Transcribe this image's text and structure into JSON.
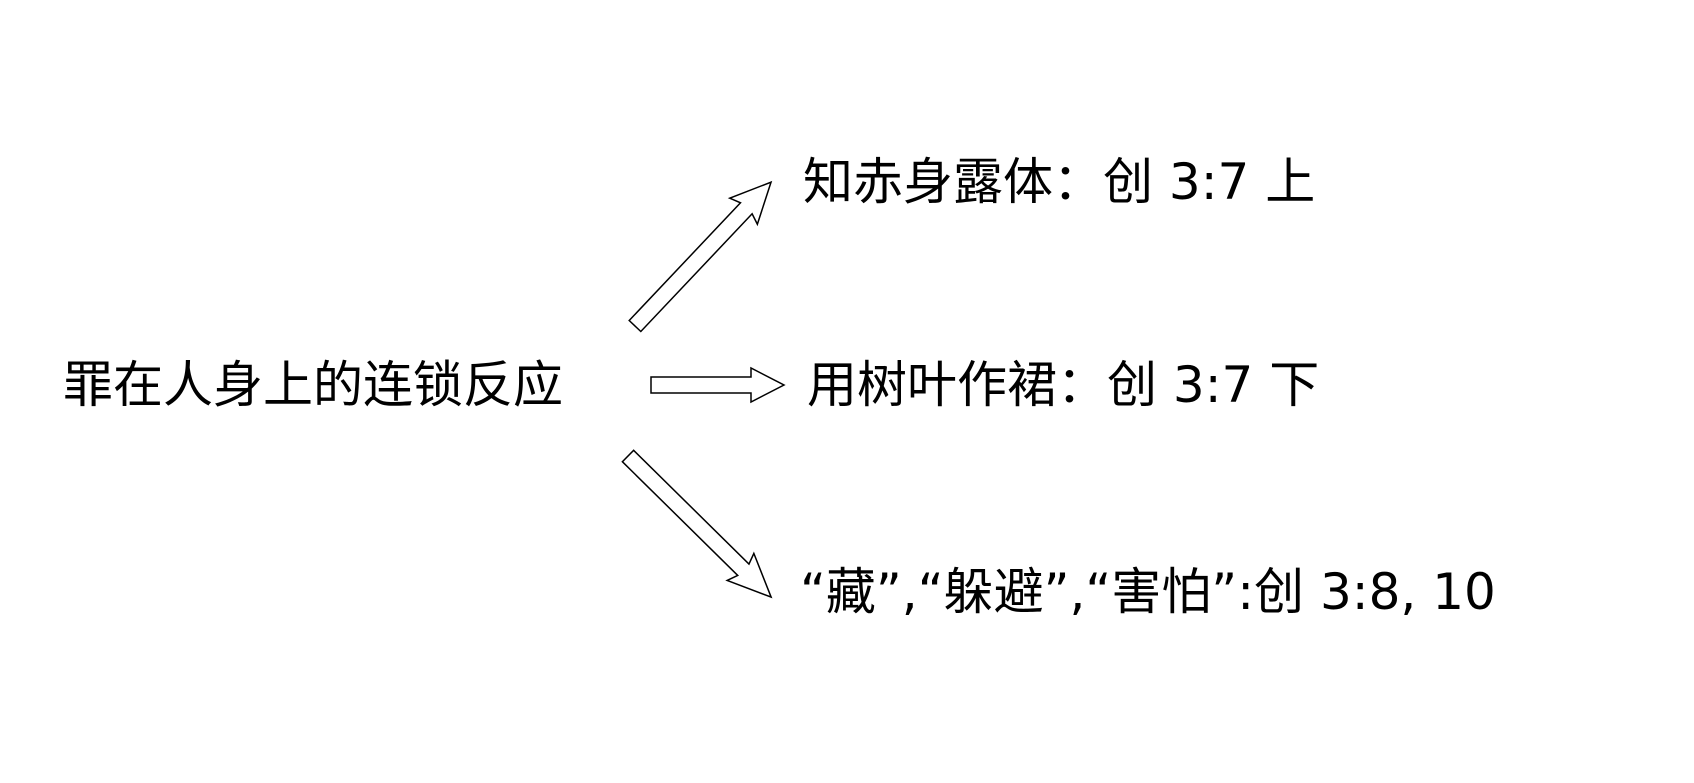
{
  "source": {
    "label": "罪在人身上的连锁反应"
  },
  "outcomes": [
    {
      "label": "知赤身露体：创 3:7 上"
    },
    {
      "label": "用树叶作裙：创 3:7 下"
    },
    {
      "label": "“藏”,“躲避”,“害怕”:创 3:8, 10"
    }
  ]
}
